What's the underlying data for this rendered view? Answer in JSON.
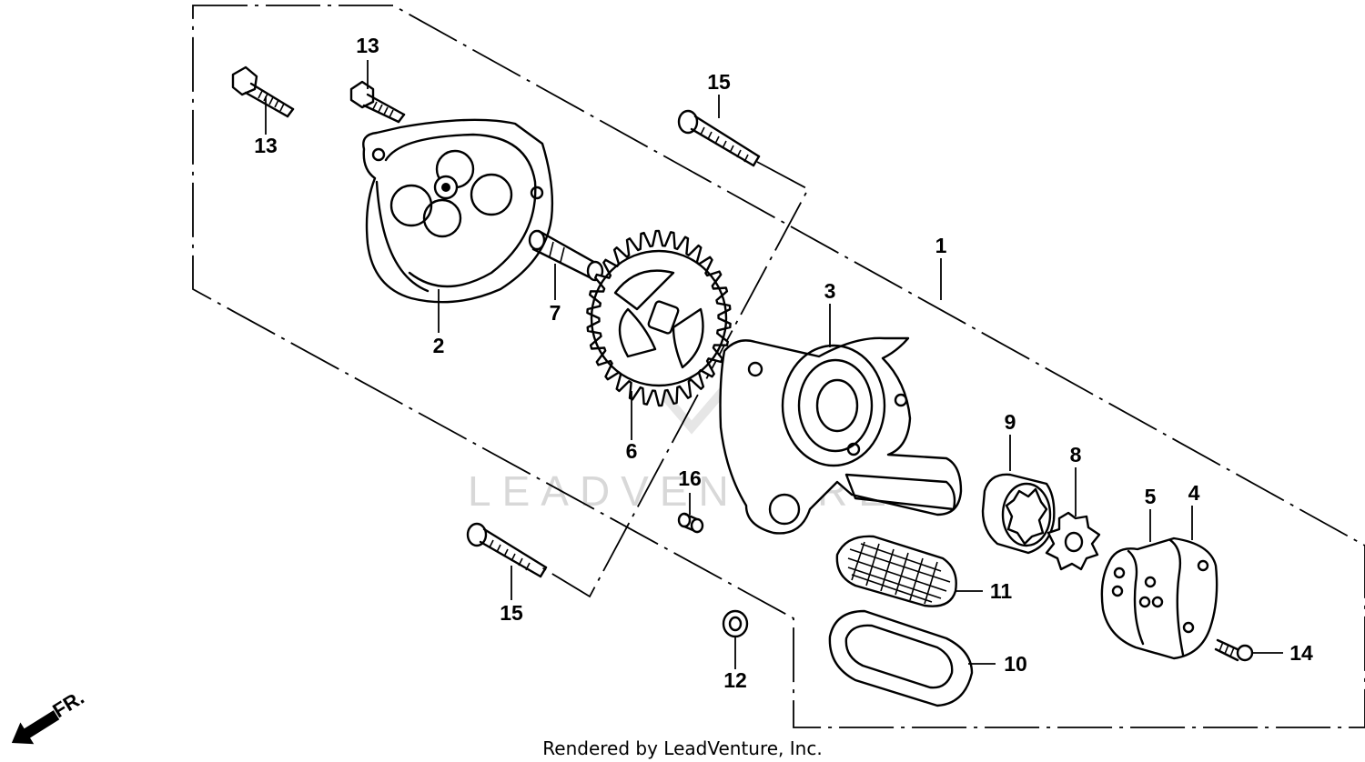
{
  "diagram": {
    "labels": {
      "p1": "1",
      "p2": "2",
      "p3": "3",
      "p4": "4",
      "p5": "5",
      "p6": "6",
      "p7": "7",
      "p8": "8",
      "p9": "9",
      "p10": "10",
      "p11": "11",
      "p12": "12",
      "p13a": "13",
      "p13b": "13",
      "p14": "14",
      "p15a": "15",
      "p15b": "15",
      "p16": "16"
    },
    "front_marker": "FR.",
    "watermark": "LEADVENTURE"
  },
  "footer": {
    "credit": "Rendered by LeadVenture, Inc."
  }
}
